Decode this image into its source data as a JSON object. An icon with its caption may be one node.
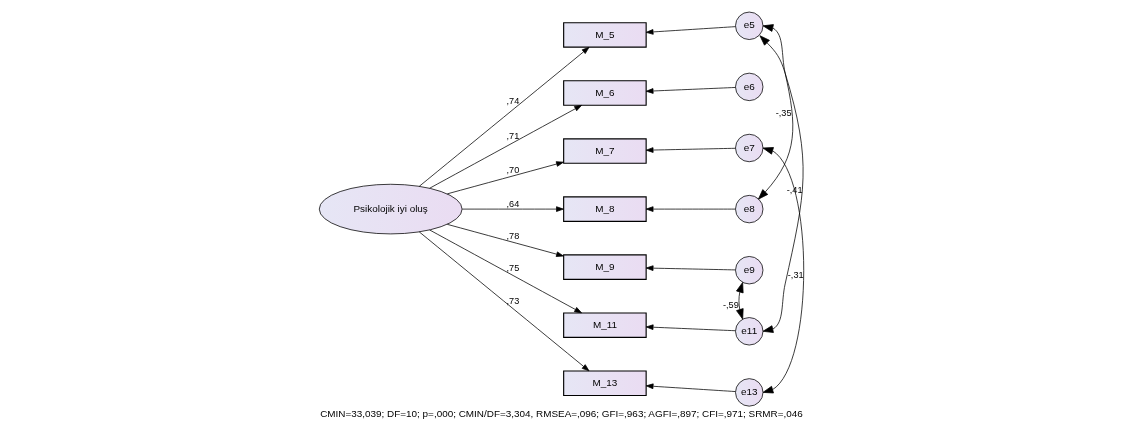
{
  "diagram": {
    "caption": "CMIN=33,039; DF=10; p=,000; CMIN/DF=3,304, RMSEA=,096; GFI=,963; AGFI=,897; CFI=,971; SRMR=,046",
    "nodes": [
      {
        "text": [
          "Psikolojik iyi oluş"
        ]
      },
      {
        "text": [
          "M_5"
        ]
      },
      {
        "text": [
          "M_6"
        ]
      },
      {
        "text": [
          "M_7"
        ]
      },
      {
        "text": [
          "M_8"
        ]
      },
      {
        "text": [
          "M_9"
        ]
      },
      {
        "text": [
          "M_11"
        ]
      },
      {
        "text": [
          "M_13"
        ]
      },
      {
        "text": [
          "e5"
        ]
      },
      {
        "text": [
          "e6"
        ]
      },
      {
        "text": [
          "e7"
        ]
      },
      {
        "text": [
          "e8"
        ]
      },
      {
        "text": [
          "e9"
        ]
      },
      {
        "text": [
          "e11"
        ]
      },
      {
        "text": [
          "e13"
        ]
      }
    ],
    "edges": [
      {
        "from": 0,
        "to": 1,
        "arrow": "to",
        "label": ",74"
      },
      {
        "from": 0,
        "to": 2,
        "arrow": "to",
        "label": ",71"
      },
      {
        "from": 0,
        "to": 3,
        "arrow": "to",
        "label": ",70"
      },
      {
        "from": 0,
        "to": 4,
        "arrow": "to",
        "label": ",64"
      },
      {
        "from": 0,
        "to": 5,
        "arrow": "to",
        "label": ",78"
      },
      {
        "from": 0,
        "to": 6,
        "arrow": "to",
        "label": ",75"
      },
      {
        "from": 0,
        "to": 7,
        "arrow": "to",
        "label": ",73"
      },
      {
        "from": 8,
        "to": 1,
        "arrow": "to"
      },
      {
        "from": 9,
        "to": 2,
        "arrow": "to"
      },
      {
        "from": 10,
        "to": 3,
        "arrow": "to"
      },
      {
        "from": 11,
        "to": 4,
        "arrow": "to"
      },
      {
        "from": 12,
        "to": 5,
        "arrow": "to"
      },
      {
        "from": 13,
        "to": 6,
        "arrow": "to"
      },
      {
        "from": 14,
        "to": 7,
        "arrow": "to"
      },
      {
        "from": 8,
        "to": 11,
        "arrow": "both",
        "label": "-,35"
      },
      {
        "from": 8,
        "to": 13,
        "arrow": "both",
        "label": "-,41"
      },
      {
        "from": 10,
        "to": 14,
        "arrow": "both",
        "label": "-,31"
      },
      {
        "from": 12,
        "to": 13,
        "arrow": "both",
        "label": "-,59"
      }
    ]
  }
}
